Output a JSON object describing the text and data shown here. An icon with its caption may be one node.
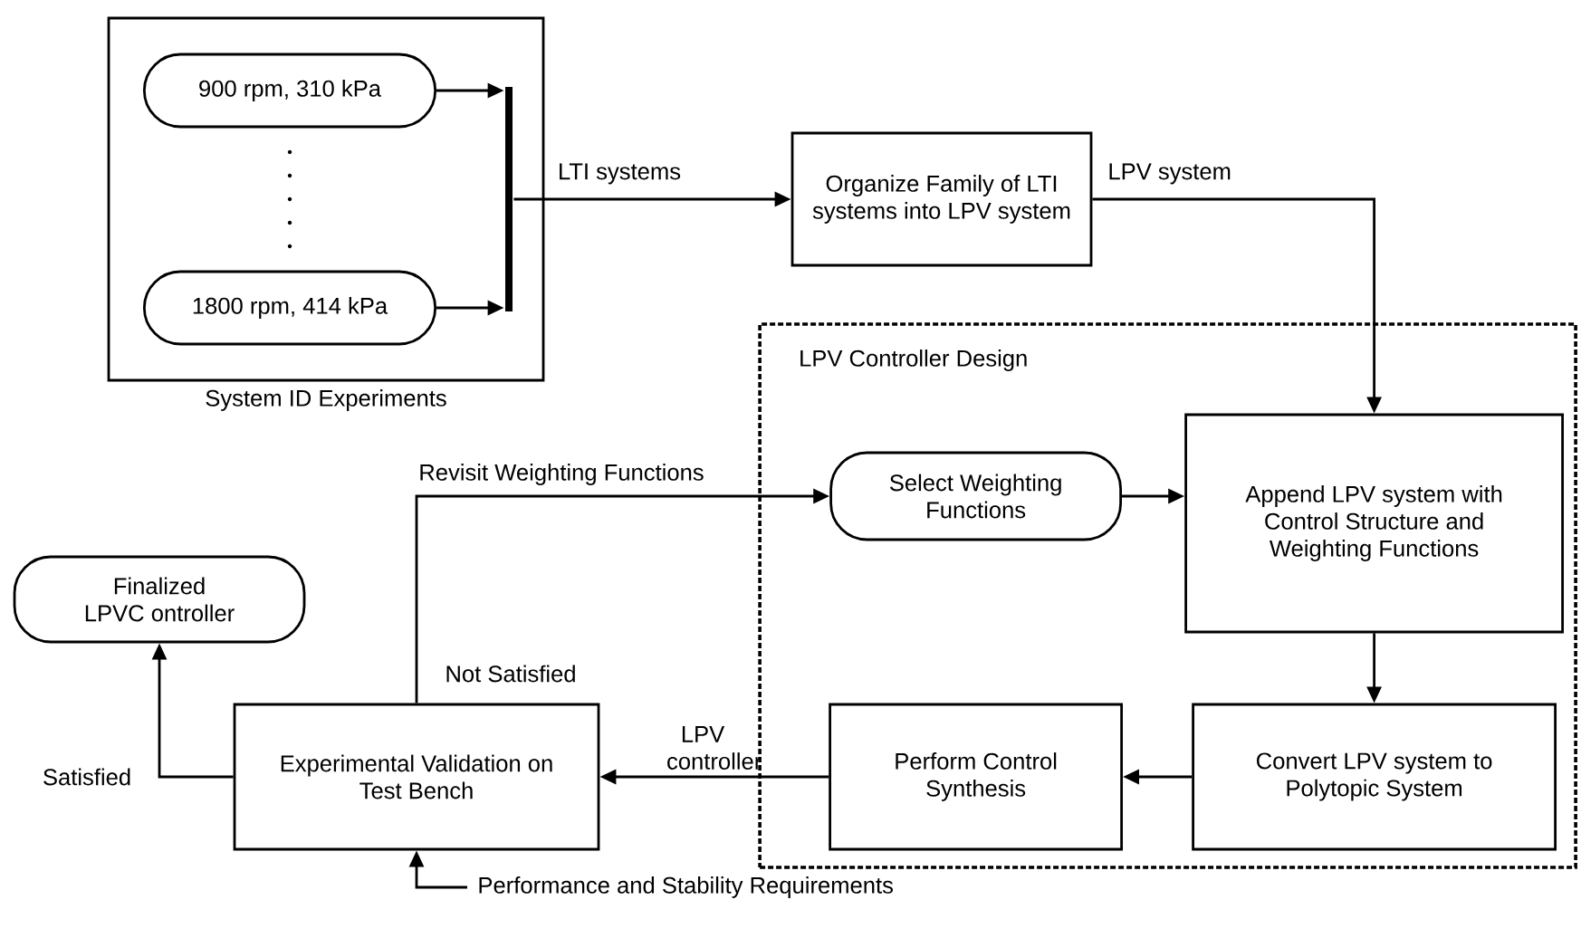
{
  "diagram": {
    "nodes": [
      {
        "text": [
          "System ID Experiments"
        ]
      },
      {
        "text": [
          "900 rpm, 310 kPa"
        ],
        "in": 0
      },
      {
        "text": [
          "1800 rpm, 414 kPa"
        ],
        "in": 0
      },
      {
        "text": [],
        "shape": "bar",
        "in": 0
      },
      {
        "text": [
          "Organize Family of LTI systems into LPV system"
        ]
      },
      {
        "text": [
          "LPV Controller Design"
        ]
      },
      {
        "text": [
          "Select Weighting Functions"
        ],
        "in": 5
      },
      {
        "text": [
          "Append LPV system with Control Structure and Weighting Functions"
        ],
        "in": 5
      },
      {
        "text": [
          "Convert LPV system to Polytopic System"
        ],
        "in": 5
      },
      {
        "text": [
          "Perform Control Synthesis"
        ],
        "in": 5
      },
      {
        "text": [
          "Experimental Validation on Test Bench"
        ]
      },
      {
        "text": [
          "Finalized LPVC ontroller"
        ]
      }
    ],
    "edges": [
      {
        "from": 1,
        "to": 3,
        "arrow": "to"
      },
      {
        "from": 2,
        "to": 3,
        "arrow": "to"
      },
      {
        "from": 3,
        "to": 4,
        "arrow": "to",
        "label": "LTI systems"
      },
      {
        "from": 4,
        "to": 7,
        "arrow": "to",
        "label": "LPV system"
      },
      {
        "from": 6,
        "to": 7,
        "arrow": "to"
      },
      {
        "from": 7,
        "to": 8,
        "arrow": "to"
      },
      {
        "from": 8,
        "to": 9,
        "arrow": "to"
      },
      {
        "from": 9,
        "to": 10,
        "arrow": "to",
        "label": "LPV controller"
      },
      {
        "from": 10,
        "to": 6,
        "arrow": "to",
        "label": "Revisit Weighting Functions"
      },
      {
        "from": 10,
        "to": 11,
        "arrow": "to",
        "label": "Satisfied"
      },
      {
        "from": null,
        "to": 10,
        "arrow": "to",
        "label": "Performance and Stability Requirements"
      }
    ],
    "labels": [
      "Not Satisfied"
    ]
  }
}
